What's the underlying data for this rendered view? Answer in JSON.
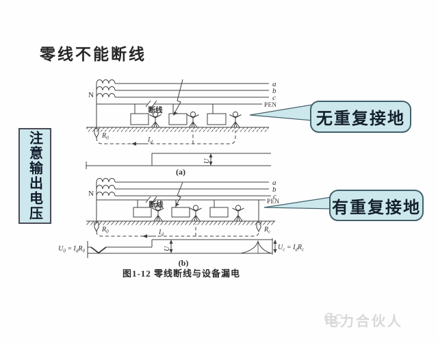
{
  "title": "零线不能断线",
  "side_note": "注意输出电压",
  "callouts": {
    "no_repeat": "无重复接地",
    "with_repeat": "有重复接地",
    "fill": "#cde8ec",
    "border": "#40606a"
  },
  "figure": {
    "caption": "图1-12 零线断线与设备漏电",
    "sub_a": "(a)",
    "sub_b": "(b)",
    "labels": {
      "n": "N",
      "phase_a": "a",
      "phase_b": "b",
      "phase_c": "c",
      "pen": "PEN",
      "break_label": "断线",
      "r0": "R_0_",
      "rc": "R_c_",
      "id_current": "I_d_",
      "u": "U",
      "u0_eq": "U_0_ = I_d_R_0_",
      "uc_eq": "U_c_ = I_d_R_c_"
    }
  },
  "watermark": {
    "text": "电力合伙人"
  },
  "colors": {
    "ink": "#3d3d3d",
    "bg": "#fefefe",
    "callout_fill": "#cde8ec"
  }
}
